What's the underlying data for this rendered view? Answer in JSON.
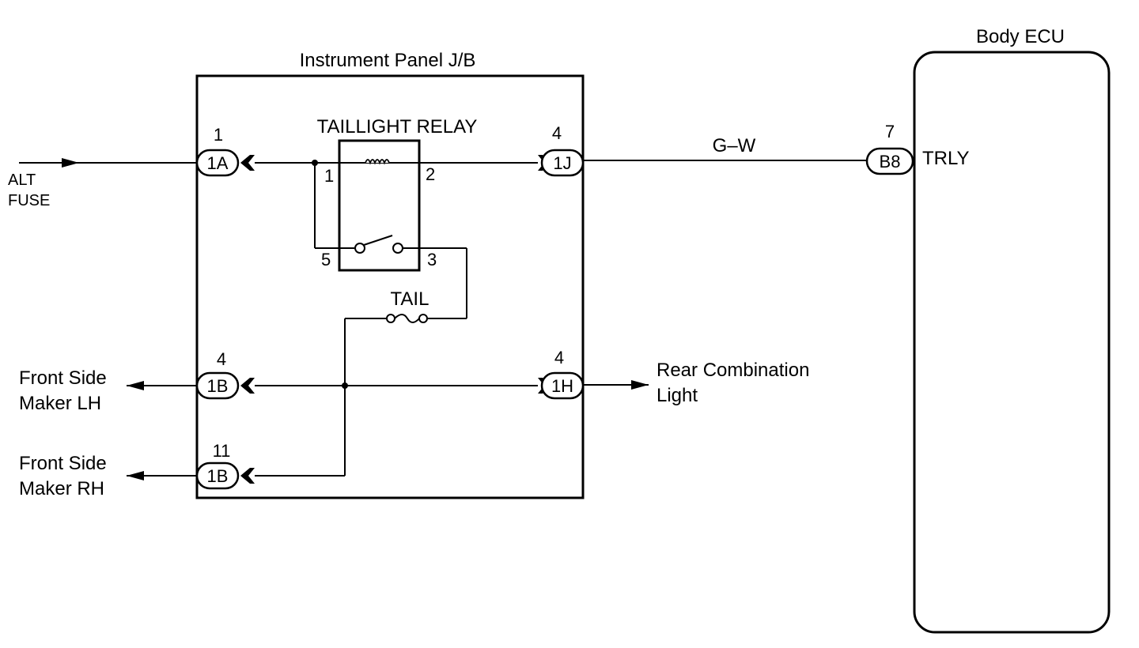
{
  "title_jb": "Instrument Panel J/B",
  "title_ecu": "Body ECU",
  "relay": {
    "label": "TAILLIGHT RELAY",
    "pins": [
      "1",
      "2",
      "5",
      "3"
    ]
  },
  "fuse": {
    "label": "TAIL"
  },
  "wire_color": "G–W",
  "ecu_terminal": "TRLY",
  "connectors": [
    {
      "id": "1A",
      "pin": "1"
    },
    {
      "id": "1J",
      "pin": "4"
    },
    {
      "id": "B8",
      "pin": "7"
    },
    {
      "id": "1B",
      "pin": "4"
    },
    {
      "id": "1H",
      "pin": "4"
    },
    {
      "id": "1B",
      "pin": "11"
    }
  ],
  "external": {
    "alt_fuse": [
      "ALT",
      "FUSE"
    ],
    "front_lh": [
      "Front Side",
      "Maker LH"
    ],
    "front_rh": [
      "Front Side",
      "Maker RH"
    ],
    "rear": [
      "Rear Combination",
      "Light"
    ]
  }
}
